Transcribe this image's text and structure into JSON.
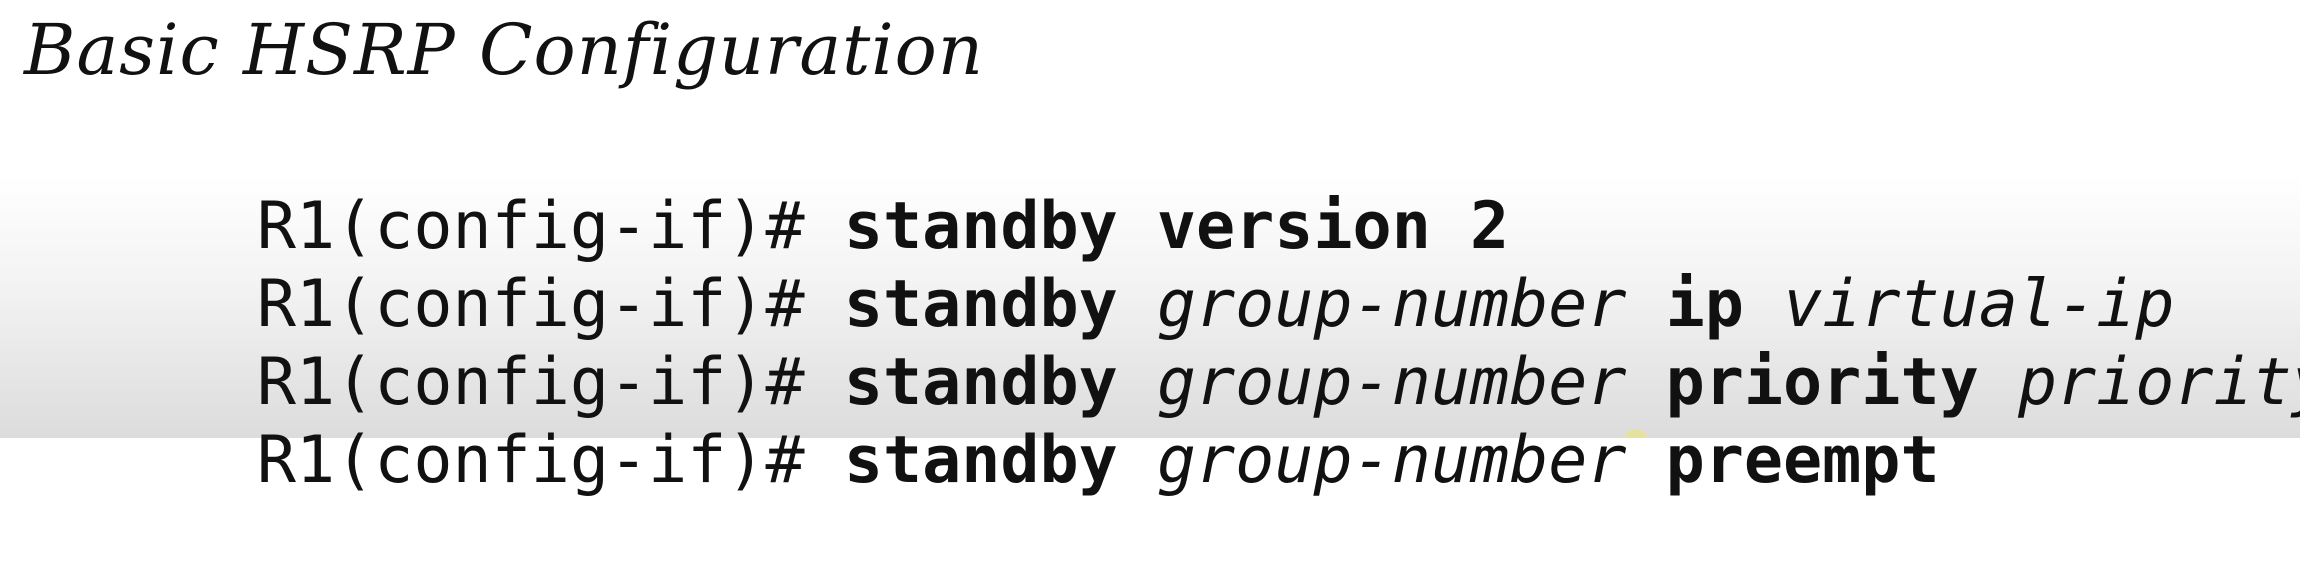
{
  "slide": {
    "title": "Basic HSRP Configuration",
    "commands": [
      {
        "prompt": "R1(config-if)# ",
        "parts": [
          {
            "text": "standby",
            "style": "bold"
          },
          {
            "text": " "
          },
          {
            "text": "version",
            "style": "bold"
          },
          {
            "text": " "
          },
          {
            "text": "2",
            "style": "bold"
          }
        ]
      },
      {
        "prompt": "R1(config-if)# ",
        "parts": [
          {
            "text": "standby",
            "style": "bold"
          },
          {
            "text": " "
          },
          {
            "text": "group-number",
            "style": "italic"
          },
          {
            "text": " "
          },
          {
            "text": "ip",
            "style": "bold"
          },
          {
            "text": " "
          },
          {
            "text": "virtual-ip",
            "style": "italic"
          }
        ]
      },
      {
        "prompt": "R1(config-if)# ",
        "parts": [
          {
            "text": "standby",
            "style": "bold"
          },
          {
            "text": " "
          },
          {
            "text": "group-number",
            "style": "italic"
          },
          {
            "text": " "
          },
          {
            "text": "priority",
            "style": "bold"
          },
          {
            "text": " "
          },
          {
            "text": "priority",
            "style": "italic"
          }
        ]
      },
      {
        "prompt": "R1(config-if)# ",
        "parts": [
          {
            "text": "standby",
            "style": "bold"
          },
          {
            "text": " "
          },
          {
            "text": "group-number",
            "style": "italic"
          },
          {
            "text": " "
          },
          {
            "text": "preempt",
            "style": "bold"
          }
        ]
      }
    ]
  },
  "colors": {
    "text": "#111111",
    "background_top": "#ffffff",
    "background_bottom": "#dcdcdc"
  }
}
